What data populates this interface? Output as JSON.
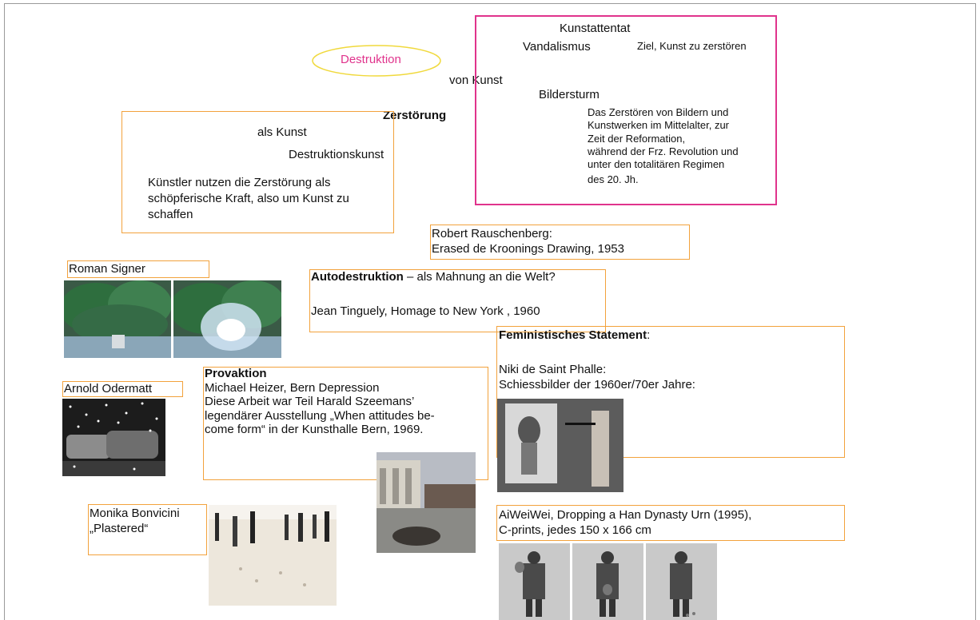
{
  "center": {
    "destruktion": "Destruktion",
    "von_kunst": "von Kunst",
    "zerstoerung": "Zerstörung"
  },
  "vandalism_box": {
    "kunstattentat": "Kunstattentat",
    "vandalismus": "Vandalismus",
    "ziel": "Ziel, Kunst zu zerstören",
    "bildersturm": "Bildersturm",
    "description_lines": [
      "Das Zerstören von Bildern und",
      "Kunstwerken im Mittelalter, zur",
      "Zeit der Reformation,",
      "während der Frz. Revolution und",
      "unter den totalitären Regimen",
      "des 20. Jh."
    ]
  },
  "art_box": {
    "als_kunst": "als Kunst",
    "destruktionskunst": "Destruktionskunst",
    "description_lines": [
      "Künstler nutzen die Zerstörung als",
      "schöpferische Kraft, also um Kunst zu",
      "schaffen"
    ]
  },
  "rauschenberg": {
    "line1": "Robert Rauschenberg:",
    "line2": "Erased de Kroonings Drawing, 1953"
  },
  "autodestruktion": {
    "bold": "Autodestruktion",
    "rest": " – als Mahnung an die Welt?",
    "work": "Jean Tinguely, Homage to New York , 1960"
  },
  "feminist": {
    "bold": "Feministisches Statement",
    "colon": ":",
    "line1": "Niki de Saint Phalle:",
    "line2": "Schiessbilder der 1960er/70er Jahre:"
  },
  "roman_signer": {
    "label": "Roman Signer"
  },
  "arnold_odermatt": {
    "label": "Arnold Odermatt"
  },
  "provokation": {
    "title": "Provaktion",
    "lines": [
      "Michael Heizer,  Bern Depression",
      "Diese Arbeit war Teil Harald Szeemans’",
      "legendärer Ausstellung „When attitudes be-",
      "come form“ in der Kunsthalle Bern, 1969."
    ]
  },
  "bonvicini": {
    "line1": "Monika Bonvicini",
    "line2": "„Plastered“"
  },
  "aiweiwei": {
    "line1": "AiWeiWei, Dropping a Han Dynasty Urn (1995),",
    "line2": "C-prints, jedes 150 x 166 cm"
  },
  "colors": {
    "orange_box": "#f2a23c",
    "pink_box": "#e0338c",
    "ellipse_border": "#f0d93c",
    "ellipse_text": "#e0338c"
  }
}
